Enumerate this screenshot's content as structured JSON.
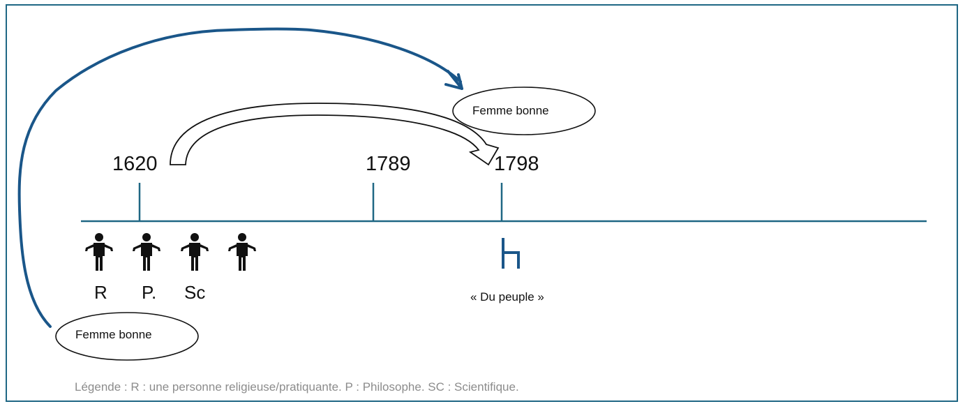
{
  "timeline": {
    "years": [
      "1620",
      "1789",
      "1798"
    ],
    "person_labels": [
      "R",
      "P.",
      "Sc"
    ],
    "peuple_label": "« Du peuple »",
    "ellipse_top": "Femme bonne",
    "ellipse_bottom": "Femme bonne"
  },
  "legend": {
    "text": "Légende : R : une personne religieuse/pratiquante. P : Philosophe. SC : Scientifique."
  },
  "colors": {
    "frame": "#1f6784",
    "axis": "#1f6784",
    "arrow": "#1a5689",
    "person": "#111111",
    "legend": "#8c8c8c"
  },
  "icons": [
    "person-icon",
    "person-icon",
    "person-icon",
    "person-icon",
    "peuple-symbol-icon"
  ]
}
